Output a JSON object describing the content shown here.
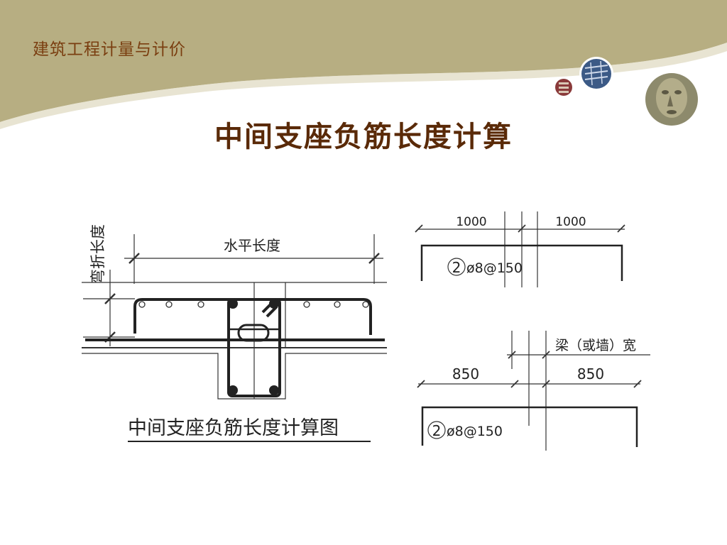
{
  "header": {
    "course_title": "建筑工程计量与计价",
    "slide_title": "中间支座负筋长度计算"
  },
  "left_figure": {
    "bend_label": "弯折长度",
    "horizontal_label": "水平长度",
    "caption": "中间支座负筋长度计算图"
  },
  "top_right_figure": {
    "dim_left": "1000",
    "dim_right": "1000",
    "rebar_no": "2",
    "rebar_spec": "ø8@150"
  },
  "bottom_right_figure": {
    "support_label": "梁（或墙）宽",
    "dim_left": "850",
    "dim_right": "850",
    "rebar_no": "2",
    "rebar_spec": "ø8@150"
  },
  "colors": {
    "header_band": "#b7ae82",
    "course_title": "#7a3e10",
    "slide_title": "#5a2a08"
  },
  "icons": [
    "building-icon",
    "blueprint-icon",
    "sculpture-icon"
  ]
}
